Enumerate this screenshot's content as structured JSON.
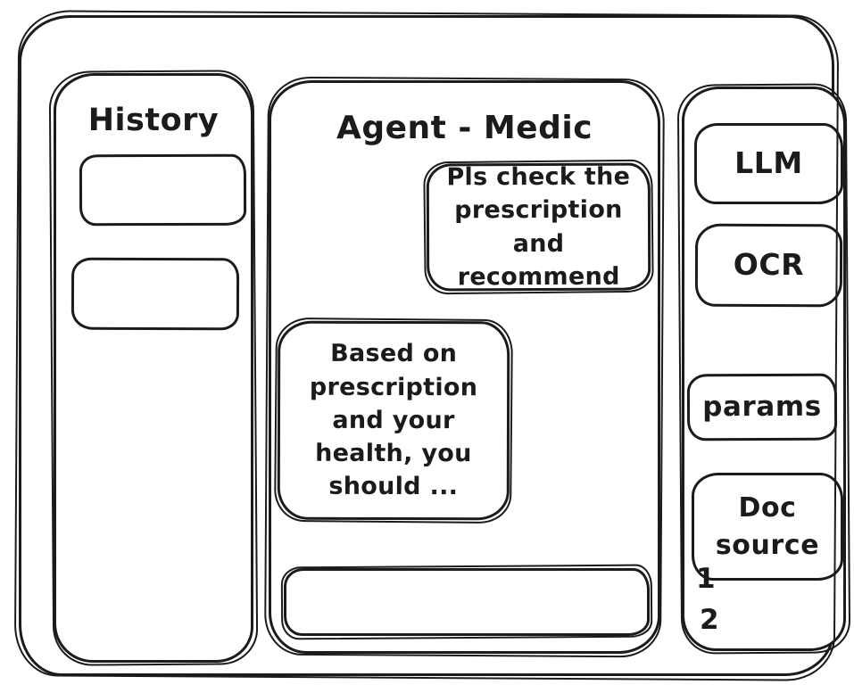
{
  "colors": {
    "ink": "#1b1b1b",
    "background": "#ffffff"
  },
  "history_panel": {
    "title": "History",
    "items": [
      {
        "label": ""
      },
      {
        "label": ""
      }
    ]
  },
  "chat_panel": {
    "title": "Agent - Medic",
    "messages": [
      {
        "role": "user",
        "text": "Pls check the\nprescription\nand recommend"
      },
      {
        "role": "assistant",
        "text": "Based on\nprescription\nand your\nhealth, you\nshould ..."
      }
    ],
    "input": {
      "value": "",
      "placeholder": ""
    }
  },
  "tools_panel": {
    "buttons": [
      {
        "label": "LLM"
      },
      {
        "label": "OCR"
      },
      {
        "label": "params"
      },
      {
        "label": "Doc\nsource"
      }
    ],
    "doc_source_items": [
      "1",
      "2"
    ]
  }
}
